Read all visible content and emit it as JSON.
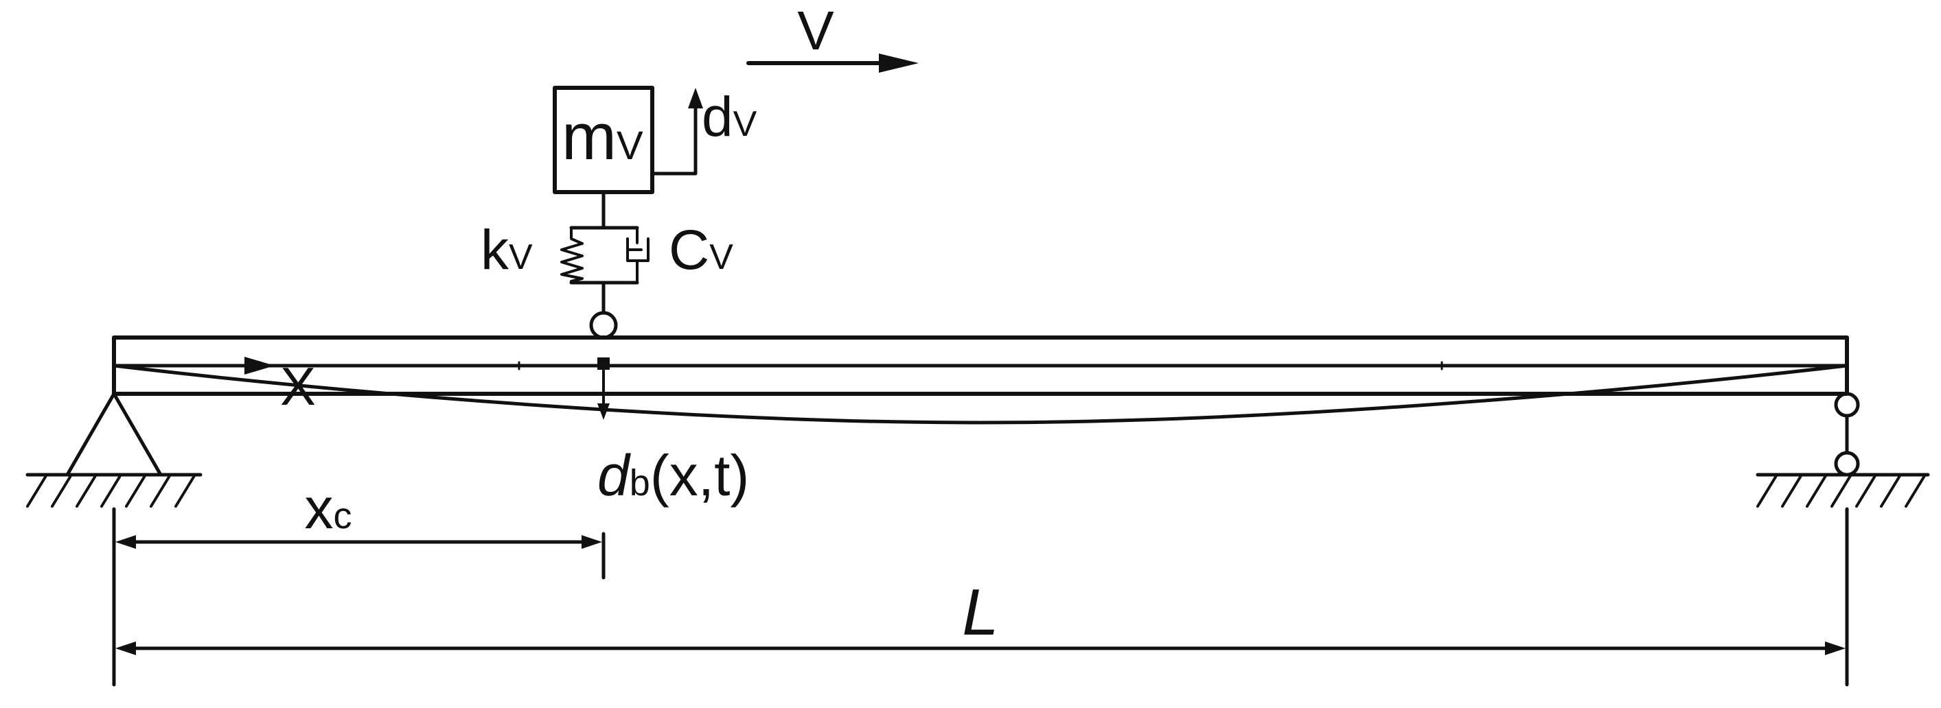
{
  "labels": {
    "velocity": "V",
    "vehicle_mass_main": "m",
    "vehicle_mass_sub": "V",
    "vehicle_disp_main": "d",
    "vehicle_disp_sub": "V",
    "stiffness_main": "k",
    "stiffness_sub": "V",
    "damping_main": "C",
    "damping_sub": "V",
    "axis_x": "X",
    "beam_disp_main": "d",
    "beam_disp_sub": "b",
    "beam_disp_args": "(x,t)",
    "contact_pos_main": "x",
    "contact_pos_sub": "c",
    "span_length": "L"
  },
  "colors": {
    "ink": "#111111",
    "background": "#ffffff"
  }
}
